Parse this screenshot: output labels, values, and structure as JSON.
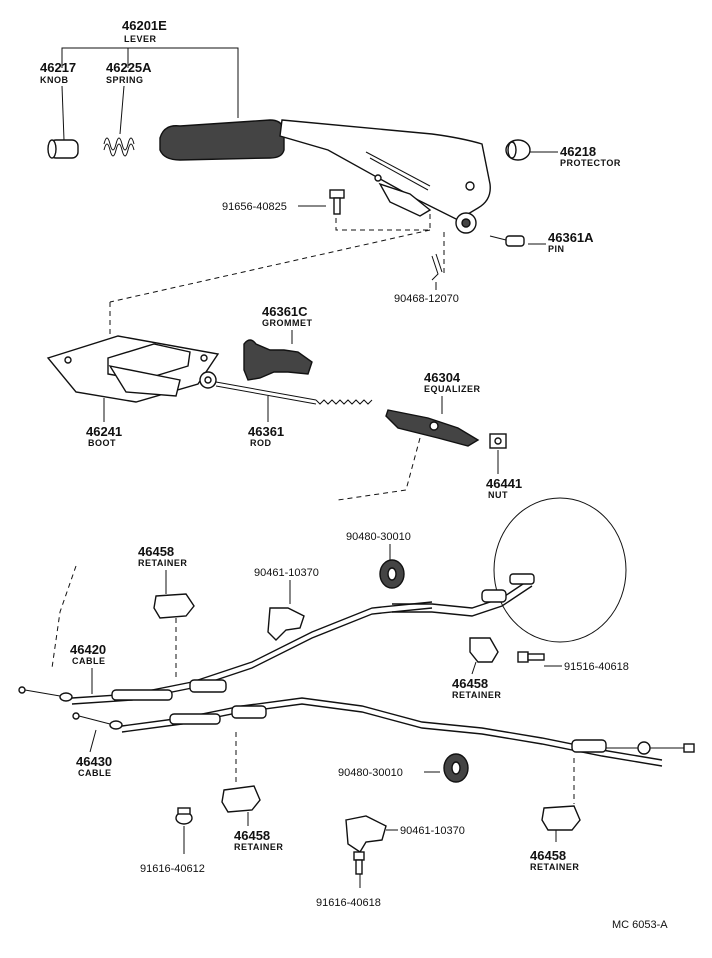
{
  "parts": {
    "lever": {
      "number": "46201E",
      "name": "LEVER"
    },
    "knob": {
      "number": "46217",
      "name": "KNOB"
    },
    "spring": {
      "number": "46225A",
      "name": "SPRING"
    },
    "protector": {
      "number": "46218",
      "name": "PROTECTOR"
    },
    "bolt_lever": {
      "number": "91656-40825"
    },
    "pin": {
      "number": "46361A",
      "name": "PIN"
    },
    "clip": {
      "number": "90468-12070"
    },
    "grommet": {
      "number": "46361C",
      "name": "GROMMET"
    },
    "boot": {
      "number": "46241",
      "name": "BOOT"
    },
    "rod": {
      "number": "46361",
      "name": "ROD"
    },
    "equalizer": {
      "number": "46304",
      "name": "EQUALIZER"
    },
    "nut": {
      "number": "46441",
      "name": "NUT"
    },
    "retainer_top": {
      "number": "46458",
      "name": "RETAINER"
    },
    "clamp_top": {
      "number": "90461-10370"
    },
    "grommet_top": {
      "number": "90480-30010"
    },
    "cable_1": {
      "number": "46420",
      "name": "CABLE"
    },
    "retainer_mid": {
      "number": "46458",
      "name": "RETAINER"
    },
    "bolt_mid": {
      "number": "91516-40618"
    },
    "cable_2": {
      "number": "46430",
      "name": "CABLE"
    },
    "grommet_bottom": {
      "number": "90480-30010"
    },
    "retainer_low": {
      "number": "46458",
      "name": "RETAINER"
    },
    "clamp_bottom": {
      "number": "90461-10370"
    },
    "bolt_low": {
      "number": "91616-40612"
    },
    "bolt_bottom": {
      "number": "91616-40618"
    },
    "retainer_right": {
      "number": "46458",
      "name": "RETAINER"
    }
  },
  "diagram_code": "MC 6053-A"
}
